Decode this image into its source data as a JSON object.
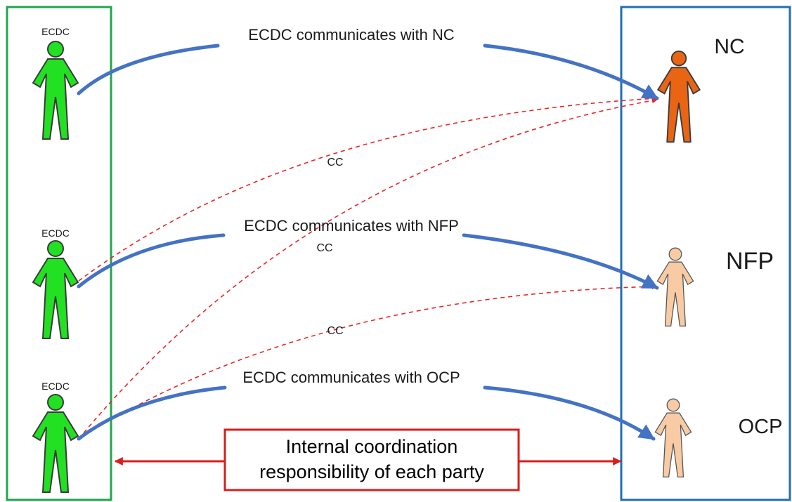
{
  "left_actors": [
    {
      "label": "ECDC"
    },
    {
      "label": "ECDC"
    },
    {
      "label": "ECDC"
    }
  ],
  "right_actors": [
    {
      "label": "NC",
      "color": "#e96514"
    },
    {
      "label": "NFP",
      "color": "#f8cba4"
    },
    {
      "label": "OCP",
      "color": "#f8cba4"
    }
  ],
  "communications": [
    {
      "label": "ECDC communicates with NC"
    },
    {
      "label": "ECDC communicates with NFP"
    },
    {
      "label": "ECDC communicates with OCP"
    }
  ],
  "cc_label": "CC",
  "coordination_box": {
    "line1": "Internal coordination",
    "line2": "responsibility of each party"
  },
  "colors": {
    "ecdc_figure": "#22e022",
    "outline": "#3a3a3a",
    "left_frame": "#1fa64a",
    "right_frame": "#1f6fb5",
    "comm_arrow": "#4472c4",
    "cc_arrow": "#e8262b",
    "coordination": "#d81e1e"
  }
}
